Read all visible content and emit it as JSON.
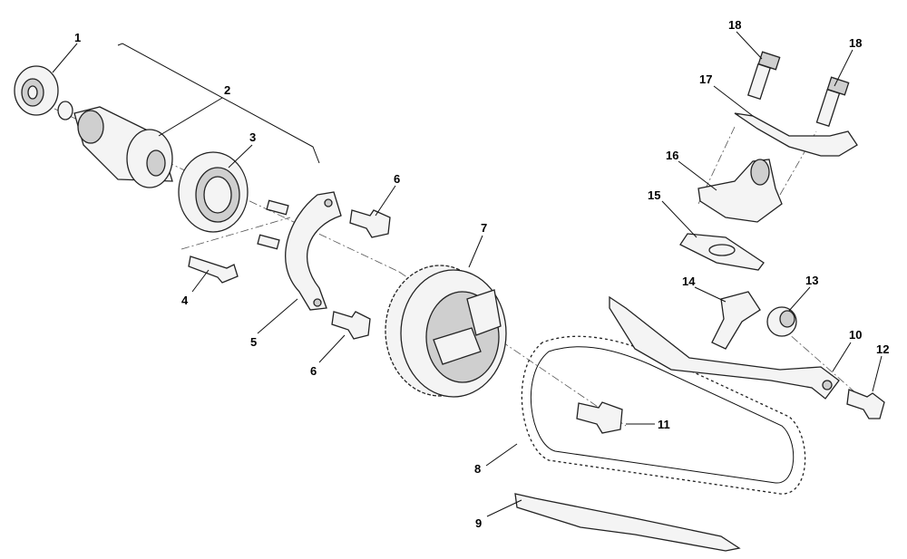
{
  "callouts": {
    "p1": "1",
    "p2": "2",
    "p3": "3",
    "p4": "4",
    "p5": "5",
    "p6a": "6",
    "p6b": "6",
    "p7": "7",
    "p8": "8",
    "p9": "9",
    "p10": "10",
    "p11": "11",
    "p12": "12",
    "p13": "13",
    "p14": "14",
    "p15": "15",
    "p16": "16",
    "p17": "17",
    "p18a": "18",
    "p18b": "18"
  },
  "colors": {
    "line": "#222222",
    "fill": "#f4f4f4",
    "shade": "#cfcfcf",
    "background": "#ffffff"
  }
}
